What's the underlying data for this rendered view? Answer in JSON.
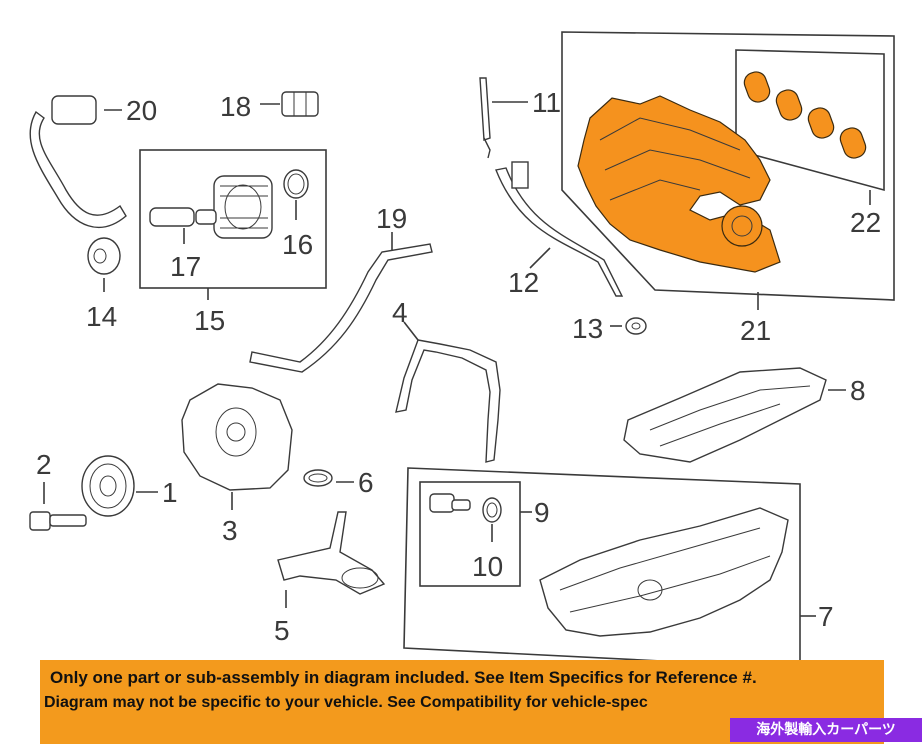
{
  "callouts": {
    "n1": "1",
    "n2": "2",
    "n3": "3",
    "n4": "4",
    "n5": "5",
    "n6": "6",
    "n7": "7",
    "n8": "8",
    "n9": "9",
    "n10": "10",
    "n11": "11",
    "n12": "12",
    "n13": "13",
    "n14": "14",
    "n15": "15",
    "n16": "16",
    "n17": "17",
    "n18": "18",
    "n19": "19",
    "n20": "20",
    "n21": "21",
    "n22": "22"
  },
  "banner": {
    "line1": "Only one part or sub-assembly in diagram included. See Item Specifics for Reference #.",
    "line2": "Diagram may not be specific to your vehicle. See Compatibility for vehicle-spec",
    "badge": "海外製輸入カーパーツ"
  },
  "colors": {
    "highlight": "#f5921e",
    "banner": "#f39a1d",
    "badge": "#8a2be2"
  }
}
